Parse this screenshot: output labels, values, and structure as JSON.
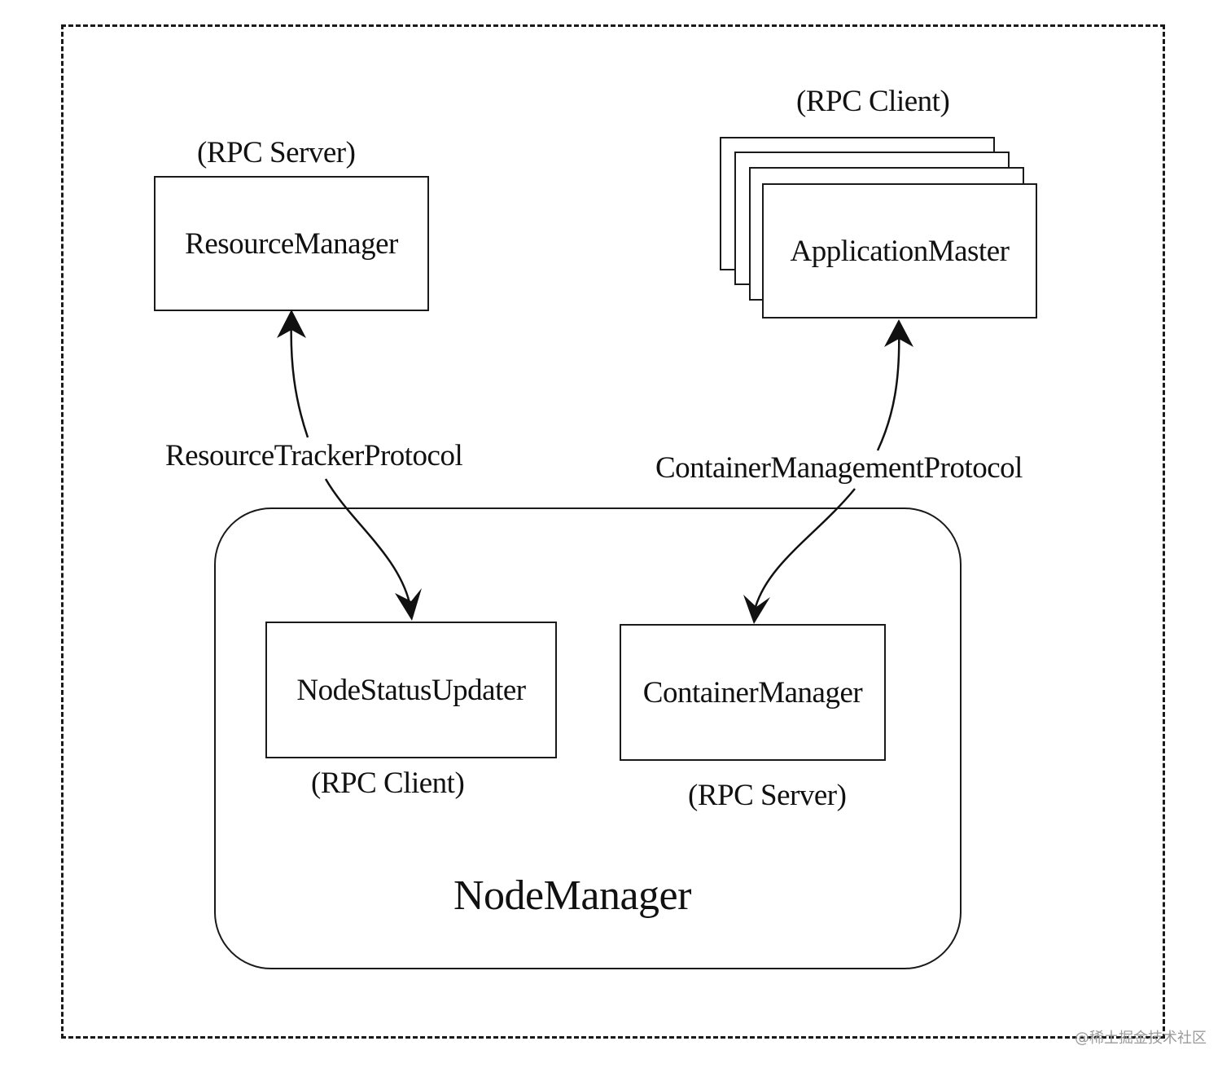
{
  "diagram": {
    "node_manager": {
      "title": "NodeManager",
      "components": {
        "node_status_updater": {
          "label": "NodeStatusUpdater",
          "role": "(RPC Client)"
        },
        "container_manager": {
          "label": "ContainerManager",
          "role": "(RPC Server)"
        }
      }
    },
    "resource_manager": {
      "label": "ResourceManager",
      "role": "(RPC Server)"
    },
    "application_master": {
      "label": "ApplicationMaster",
      "role": "(RPC Client)"
    },
    "protocols": {
      "resource_tracker": "ResourceTrackerProtocol",
      "container_management": "ContainerManagementProtocol"
    }
  },
  "watermark": "@稀土掘金技术社区"
}
